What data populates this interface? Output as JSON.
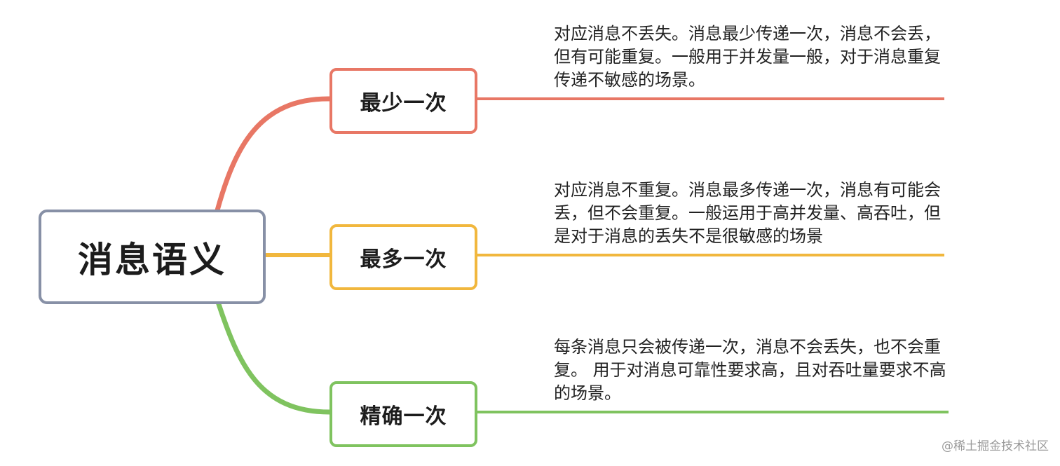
{
  "root": {
    "label": "消息语义",
    "border_color": "#8790a6"
  },
  "branches": [
    {
      "label": "最少一次",
      "color": "#e87765",
      "description": "对应消息不丢失。消息最少传递一次，消息不会丢，但有可能重复。一般用于并发量一般，对于消息重复传递不敏感的场景。"
    },
    {
      "label": "最多一次",
      "color": "#f1b73d",
      "description": "对应消息不重复。消息最多传递一次，消息有可能会丢，但不会重复。一般运用于高并发量、高吞吐，但是对于消息的丢失不是很敏感的场景"
    },
    {
      "label": "精确一次",
      "color": "#7fc35f",
      "description": "每条消息只会被传递一次，消息不会丢失，也不会重复。 用于对消息可靠性要求高，且对吞吐量要求不高的场景。"
    }
  ],
  "watermark": "@稀土掘金技术社区"
}
